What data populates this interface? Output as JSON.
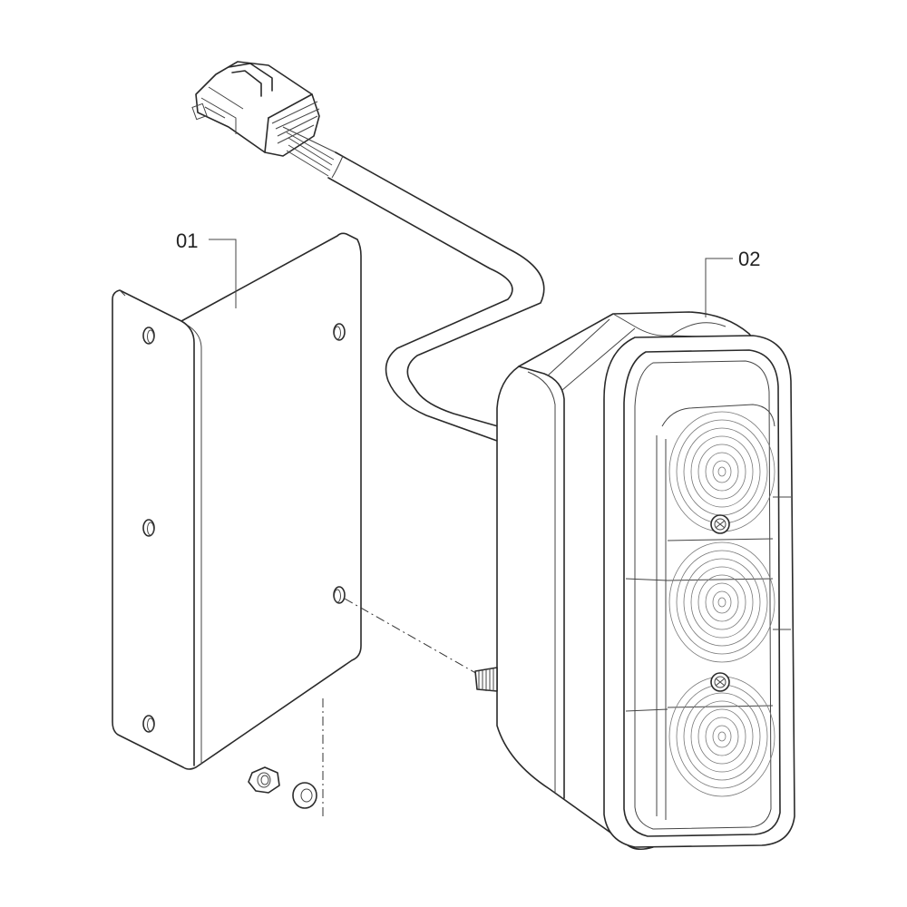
{
  "diagram": {
    "callouts": [
      {
        "id": "01",
        "label": "01"
      },
      {
        "id": "02",
        "label": "02"
      }
    ]
  }
}
